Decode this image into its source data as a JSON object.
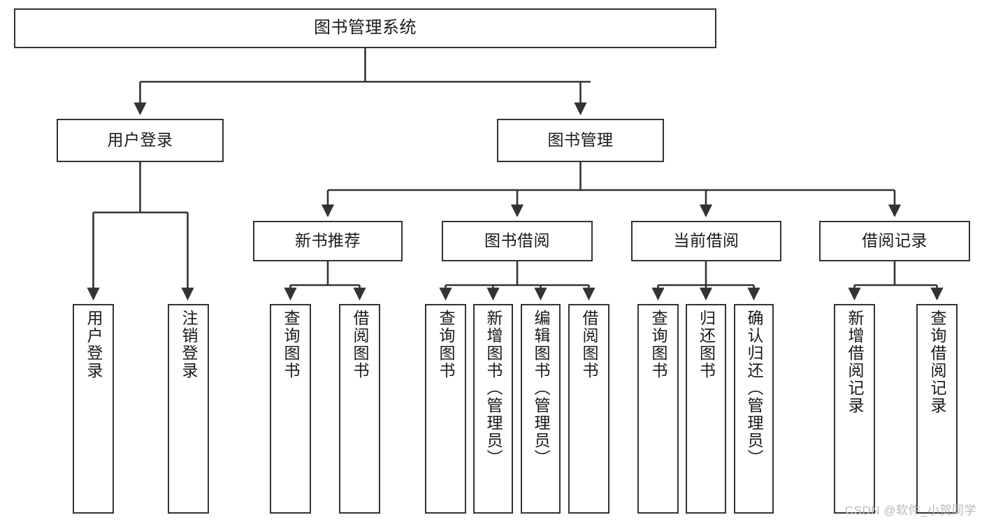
{
  "diagram": {
    "title": "图书管理系统",
    "type": "tree-hierarchy-chart",
    "colors": {
      "stroke": "#333333",
      "fill": "#ffffff",
      "text": "#1a1a1a",
      "watermark": "#b9b9b9"
    },
    "root": {
      "id": "root",
      "label": "图书管理系统"
    },
    "level1": [
      {
        "id": "user-login",
        "label": "用户登录"
      },
      {
        "id": "book-manage",
        "label": "图书管理"
      }
    ],
    "level2": [
      {
        "id": "new-book-rec",
        "label": "新书推荐",
        "parent": "book-manage"
      },
      {
        "id": "book-borrow",
        "label": "图书借阅",
        "parent": "book-manage"
      },
      {
        "id": "current-borrow",
        "label": "当前借阅",
        "parent": "book-manage"
      },
      {
        "id": "borrow-record",
        "label": "借阅记录",
        "parent": "book-manage"
      }
    ],
    "leaves": [
      {
        "id": "leaf-user-login",
        "label": "用户登录",
        "parent": "user-login"
      },
      {
        "id": "leaf-user-logout",
        "label": "注销登录",
        "parent": "user-login"
      },
      {
        "id": "leaf-query-book-1",
        "label": "查询图书",
        "parent": "new-book-rec"
      },
      {
        "id": "leaf-borrow-book-1",
        "label": "借阅图书",
        "parent": "new-book-rec"
      },
      {
        "id": "leaf-query-book-2",
        "label": "查询图书",
        "parent": "book-borrow"
      },
      {
        "id": "leaf-add-book",
        "label": "新增图书（管理员）",
        "parent": "book-borrow"
      },
      {
        "id": "leaf-edit-book",
        "label": "编辑图书（管理员）",
        "parent": "book-borrow"
      },
      {
        "id": "leaf-borrow-book-2",
        "label": "借阅图书",
        "parent": "book-borrow"
      },
      {
        "id": "leaf-query-book-3",
        "label": "查询图书",
        "parent": "current-borrow"
      },
      {
        "id": "leaf-return-book",
        "label": "归还图书",
        "parent": "current-borrow"
      },
      {
        "id": "leaf-confirm-return",
        "label": "确认归还（管理员）",
        "parent": "current-borrow"
      },
      {
        "id": "leaf-add-record",
        "label": "新增借阅记录",
        "parent": "borrow-record"
      },
      {
        "id": "leaf-query-record",
        "label": "查询借阅记录",
        "parent": "borrow-record"
      }
    ],
    "watermark": "CSDN @软件_小贺同学"
  }
}
